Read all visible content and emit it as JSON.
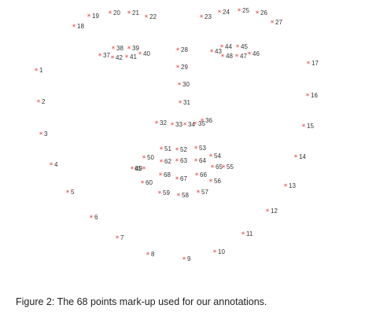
{
  "caption": "Figure 2: The 68 points mark-up used for our annotations.",
  "colors": {
    "marker": "#e53935",
    "label": "#333333",
    "background": "#ffffff"
  },
  "landmarks": {
    "marker_glyph": "*",
    "labels": [
      "1",
      "2",
      "3",
      "4",
      "5",
      "6",
      "7",
      "8",
      "9",
      "10",
      "11",
      "12",
      "13",
      "14",
      "15",
      "16",
      "17",
      "18",
      "19",
      "20",
      "21",
      "22",
      "23",
      "24",
      "25",
      "26",
      "27",
      "28",
      "29",
      "30",
      "31",
      "32",
      "33",
      "34",
      "35",
      "36",
      "37",
      "38",
      "39",
      "40",
      "41",
      "42",
      "43",
      "44",
      "45",
      "46",
      "47",
      "48",
      "49",
      "50",
      "51",
      "52",
      "53",
      "54",
      "55",
      "56",
      "57",
      "58",
      "59",
      "60",
      "61",
      "62",
      "63",
      "64",
      "65",
      "66",
      "67",
      "68"
    ]
  }
}
